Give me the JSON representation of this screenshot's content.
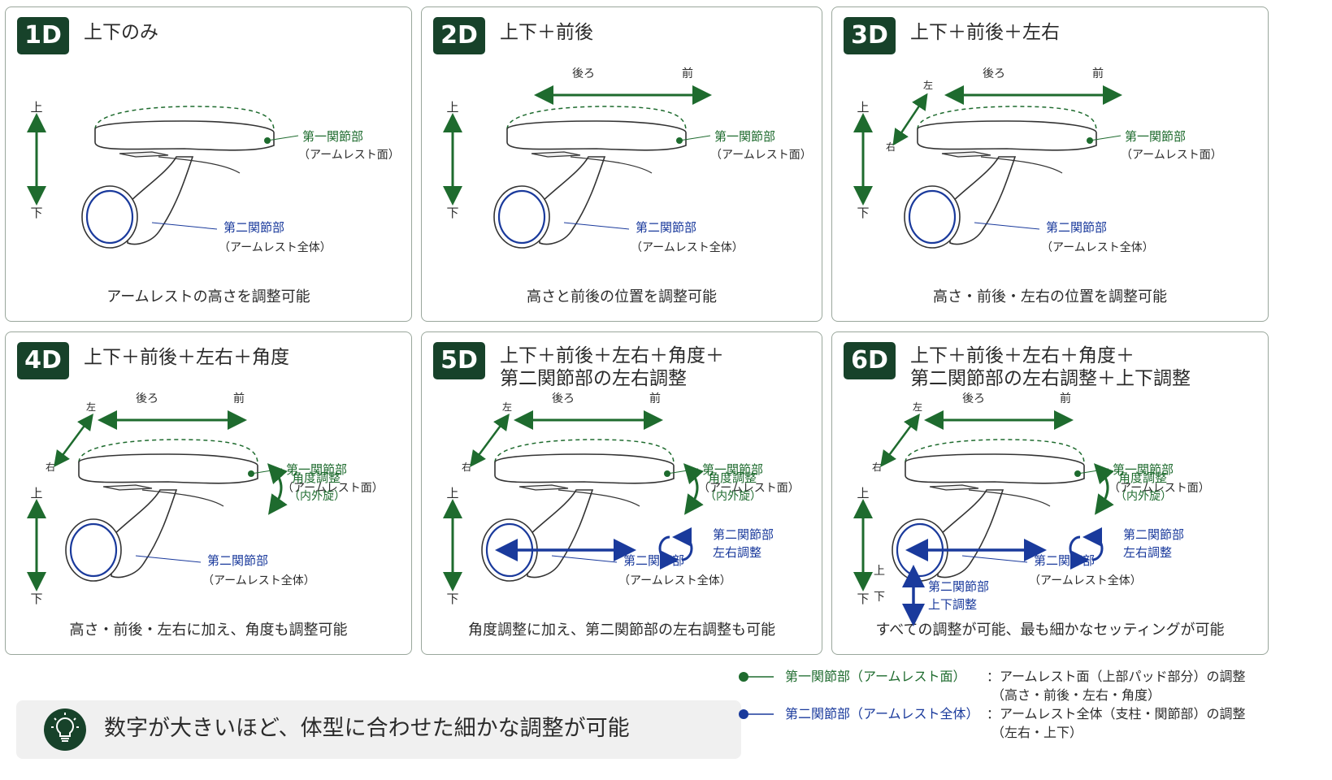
{
  "panels": [
    {
      "badge": "1D",
      "title": "上下のみ",
      "title2": "",
      "footer": "アームレストの高さを調整可能",
      "joint1": "第一関節部",
      "joint1_sub": "（アームレスト面）",
      "joint2": "第二関節部",
      "joint2_sub": "（アームレスト全体）",
      "up": "上",
      "down": "下"
    },
    {
      "badge": "2D",
      "title": "上下＋前後",
      "title2": "",
      "footer": "高さと前後の位置を調整可能",
      "joint1": "第一関節部",
      "joint1_sub": "（アームレスト面）",
      "joint2": "第二関節部",
      "joint2_sub": "（アームレスト全体）",
      "up": "上",
      "down": "下",
      "back": "後ろ",
      "front": "前"
    },
    {
      "badge": "3D",
      "title": "上下＋前後＋左右",
      "title2": "",
      "footer": "高さ・前後・左右の位置を調整可能",
      "joint1": "第一関節部",
      "joint1_sub": "（アームレスト面）",
      "joint2": "第二関節部",
      "joint2_sub": "（アームレスト全体）",
      "up": "上",
      "down": "下",
      "back": "後ろ",
      "front": "前",
      "left": "左",
      "right": "右"
    },
    {
      "badge": "4D",
      "title": "上下＋前後＋左右＋角度",
      "title2": "",
      "footer": "高さ・前後・左右に加え、角度も調整可能",
      "joint1": "第一関節部",
      "joint1_sub": "（アームレスト面）",
      "joint2": "第二関節部",
      "joint2_sub": "（アームレスト全体）",
      "up": "上",
      "down": "下",
      "back": "後ろ",
      "front": "前",
      "left": "左",
      "right": "右",
      "angle": "角度調整",
      "angle_sub": "（内外旋）"
    },
    {
      "badge": "5D",
      "title": "上下＋前後＋左右＋角度＋",
      "title2": "第二関節部の左右調整",
      "footer": "角度調整に加え、第二関節部の左右調整も可能",
      "joint1": "第一関節部",
      "joint1_sub": "（アームレスト面）",
      "joint2": "第二関節部",
      "joint2_sub": "（アームレスト全体）",
      "up": "上",
      "down": "下",
      "back": "後ろ",
      "front": "前",
      "left": "左",
      "right": "右",
      "angle": "角度調整",
      "angle_sub": "（内外旋）",
      "lr_a": "第二関節部",
      "lr_b": "左右調整"
    },
    {
      "badge": "6D",
      "title": "上下＋前後＋左右＋角度＋",
      "title2": "第二関節部の左右調整＋上下調整",
      "footer": "すべての調整が可能、最も細かなセッティングが可能",
      "joint1": "第一関節部",
      "joint1_sub": "（アームレスト面）",
      "joint2": "第二関節部",
      "joint2_sub": "（アームレスト全体）",
      "up": "上",
      "down": "下",
      "back": "後ろ",
      "front": "前",
      "left": "左",
      "right": "右",
      "angle": "角度調整",
      "angle_sub": "（内外旋）",
      "lr_a": "第二関節部",
      "lr_b": "左右調整",
      "ud_a": "第二関節部",
      "ud_b": "上下調整",
      "ud_up": "上",
      "ud_down": "下"
    }
  ],
  "note": {
    "icon": "lightbulb-icon",
    "text": "数字が大きいほど、体型に合わせた細かな調整が可能"
  },
  "legend": [
    {
      "label": "第一関節部（アームレスト面）",
      "desc": "：アームレスト面（上部パッド部分）の調整",
      "desc2": "（高さ・前後・左右・角度）",
      "color": "#1e6b2e"
    },
    {
      "label": "第二関節部（アームレスト全体）",
      "desc": "：アームレスト全体（支柱・関節部）の調整",
      "desc2": "（左右・上下）",
      "color": "#1a3a9c"
    }
  ],
  "colors": {
    "green": "#1e6b2e",
    "blue": "#1a3a9c",
    "badge": "#17422a"
  }
}
